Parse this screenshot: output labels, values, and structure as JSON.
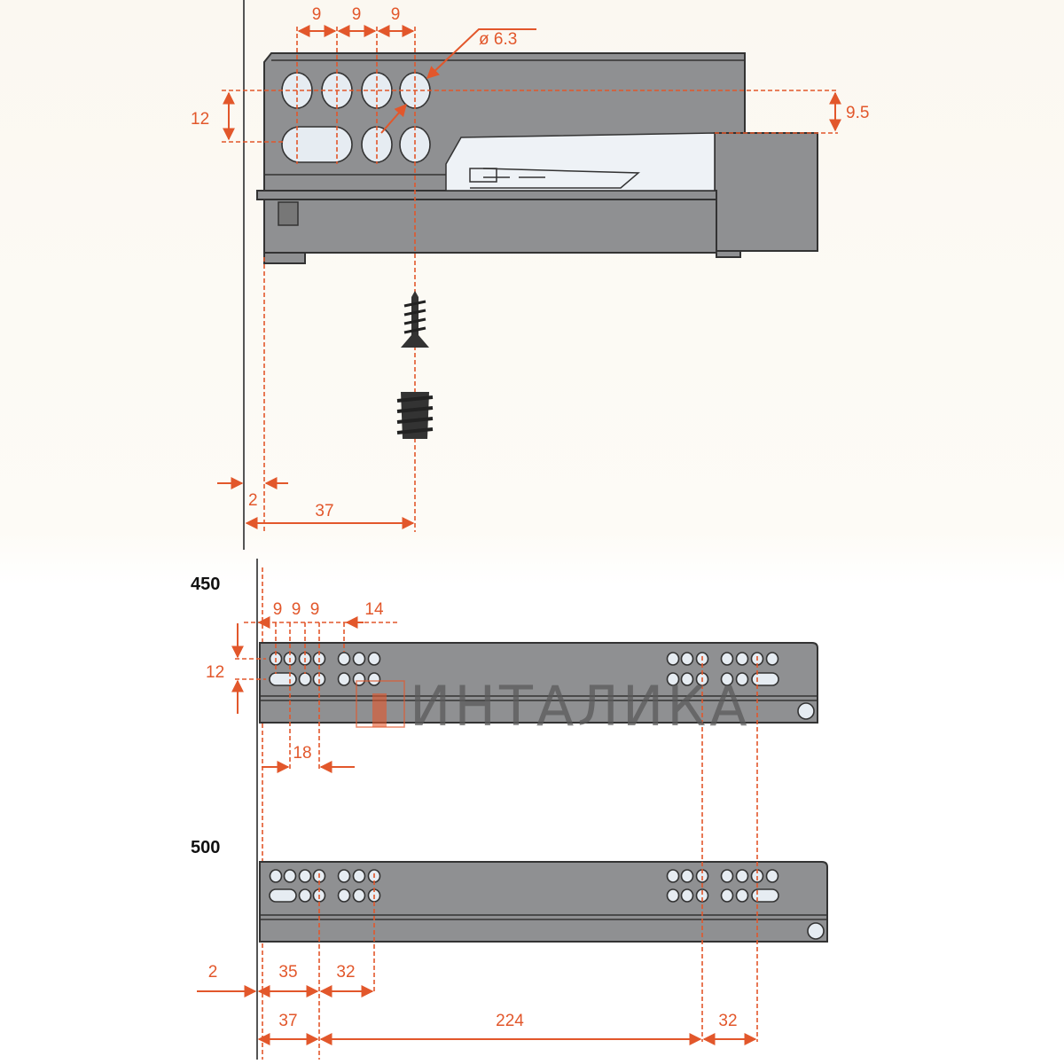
{
  "colors": {
    "accent": "#e2572b",
    "metal": "#8f9092"
  },
  "top_view": {
    "pitch_labels": [
      "9",
      "9",
      "9"
    ],
    "hole_diameter": "ø 6.3",
    "row_spacing": "12",
    "top_offset": "9.5",
    "wall_gap": "2",
    "screw_offset": "37"
  },
  "rail_450": {
    "length_label": "450",
    "pitch_labels": [
      "9",
      "9",
      "9"
    ],
    "group_gap": "14",
    "row_spacing": "12",
    "slot_offset": "18"
  },
  "rail_500": {
    "length_label": "500",
    "dims": {
      "wall_gap": "2",
      "first": "35",
      "second": "32",
      "front": "37",
      "span": "224",
      "rear": "32"
    }
  },
  "watermark": "ИНТАЛИКА"
}
